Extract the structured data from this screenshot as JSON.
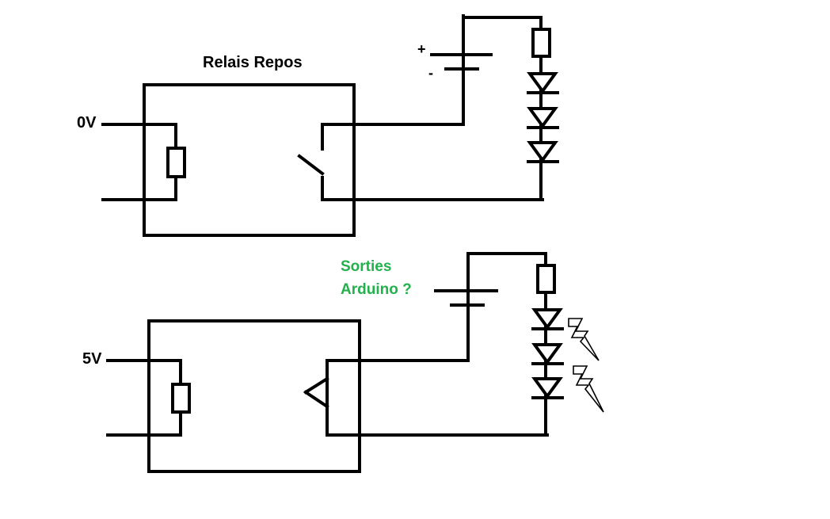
{
  "top_circuit": {
    "title": "Relais Repos",
    "input_label": "0V",
    "battery_plus": "+",
    "battery_minus": "-"
  },
  "bottom_circuit": {
    "input_label": "5V",
    "note_line1": "Sorties",
    "note_line2": "Arduino ?",
    "note_color": "#22b14c"
  }
}
